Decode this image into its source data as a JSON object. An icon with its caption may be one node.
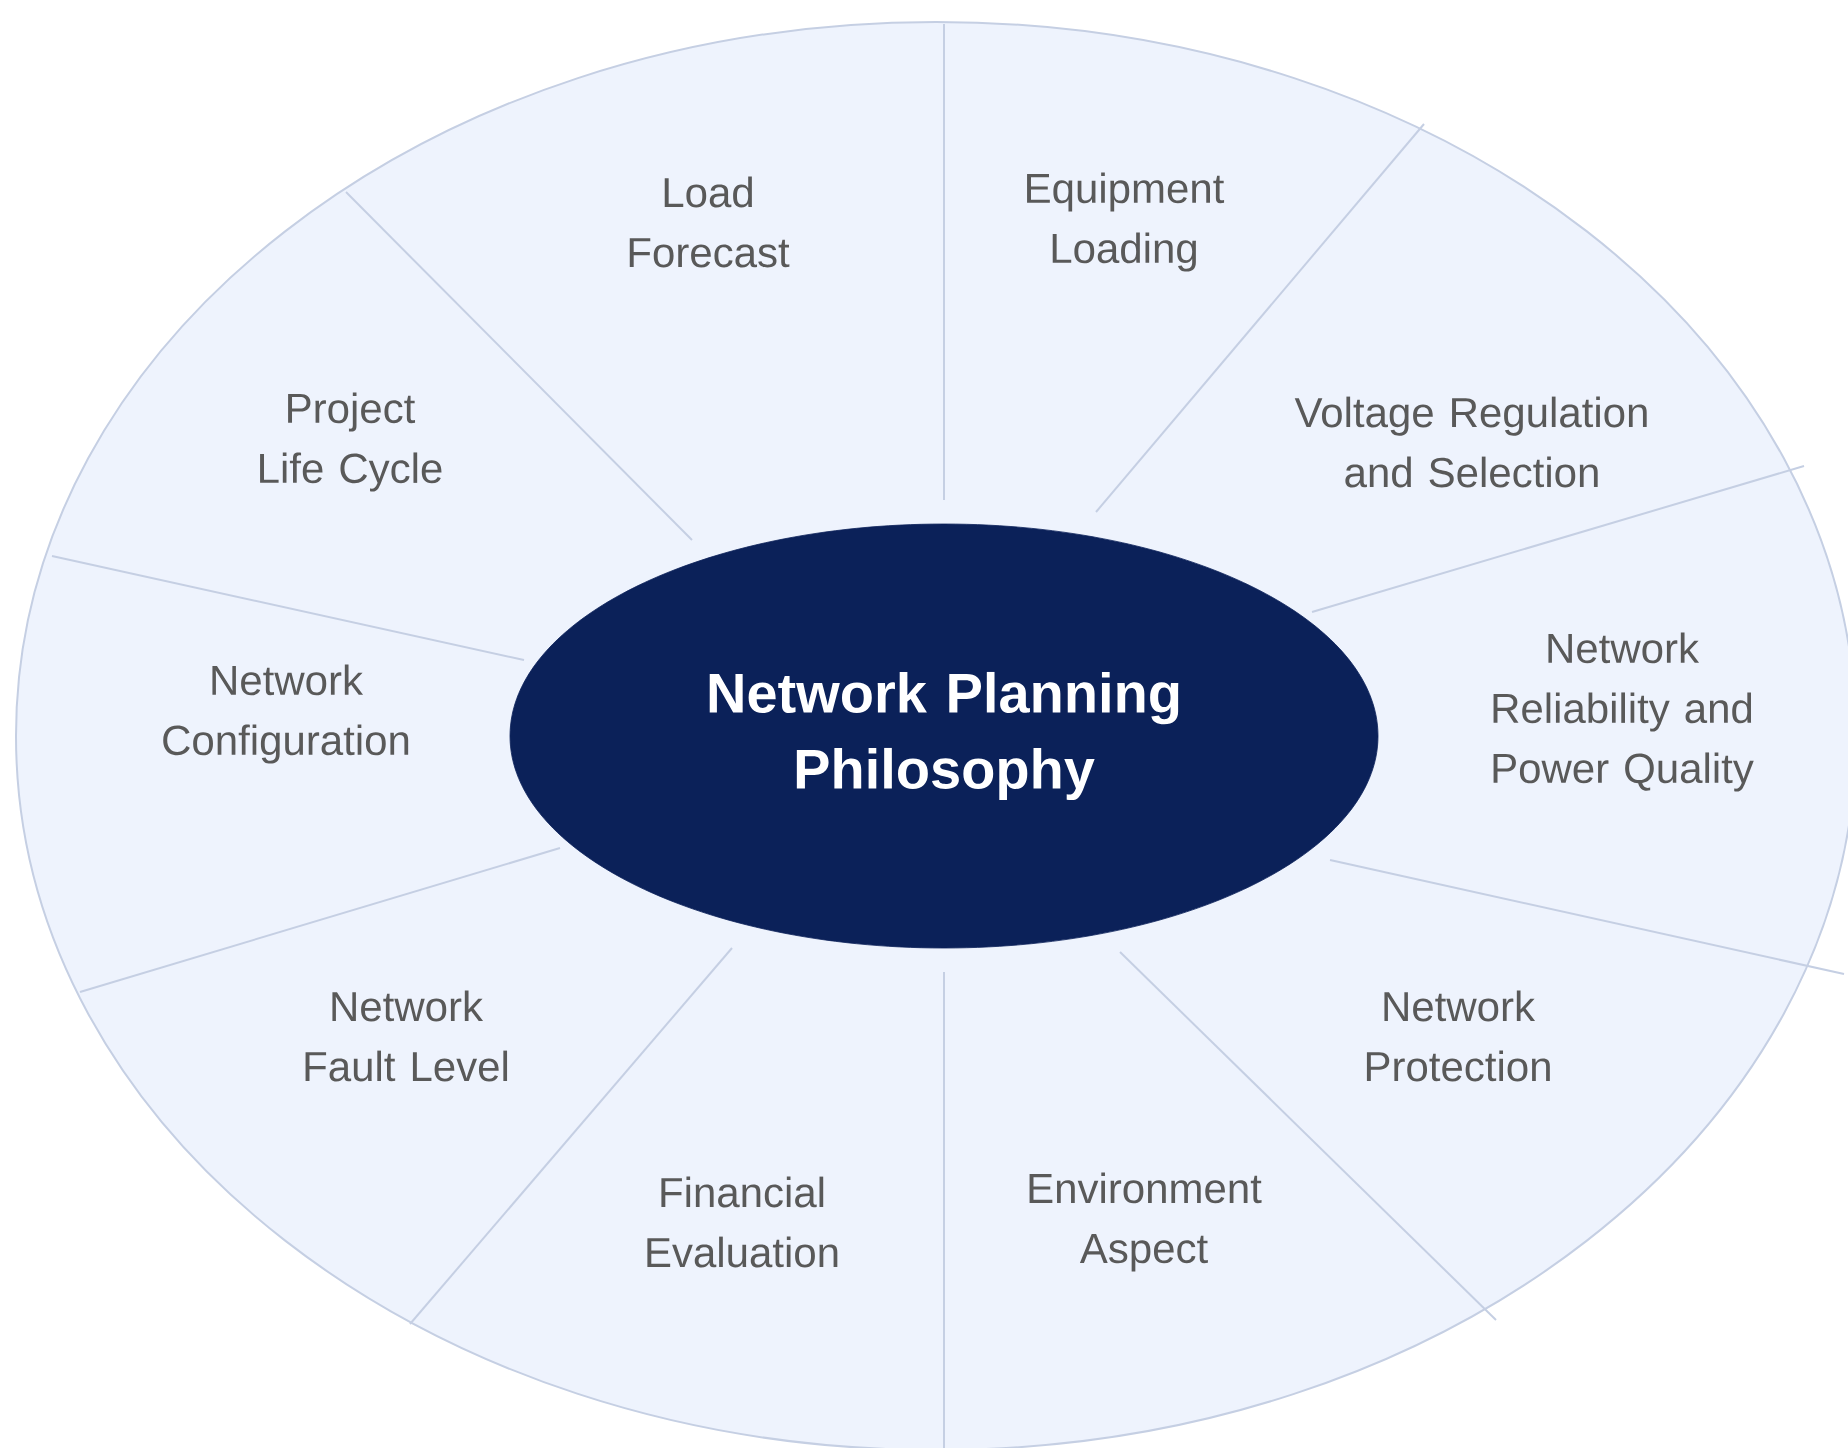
{
  "diagram": {
    "nodes": [
      {
        "text": [
          "Network Planning Philosophy"
        ]
      },
      {
        "text": [
          "Load Forecast"
        ]
      },
      {
        "text": [
          "Equipment Loading"
        ]
      },
      {
        "text": [
          "Project Life Cycle"
        ]
      },
      {
        "text": [
          "Voltage Regulation and Selection"
        ]
      },
      {
        "text": [
          "Network Configuration"
        ]
      },
      {
        "text": [
          "Network Reliability and Power Quality"
        ]
      },
      {
        "text": [
          "Network Fault Level"
        ]
      },
      {
        "text": [
          "Network Protection"
        ]
      },
      {
        "text": [
          "Financial Evaluation"
        ]
      },
      {
        "text": [
          "Environment Aspect"
        ]
      }
    ]
  }
}
